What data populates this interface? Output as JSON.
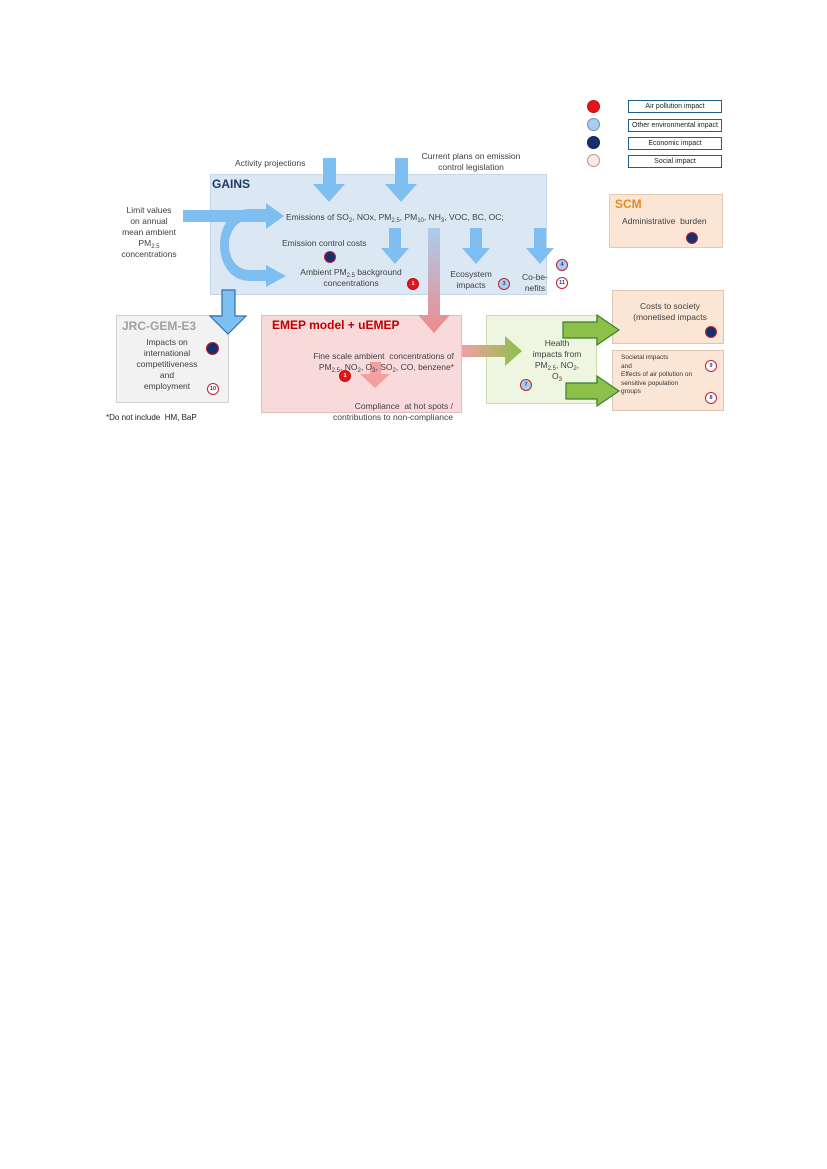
{
  "legend": [
    {
      "label": "Air pollution impact",
      "color": "#e0161b"
    },
    {
      "label": "Other environmental impact",
      "color": "#a9cdf0"
    },
    {
      "label": "Economic impact",
      "color": "#162f6e"
    },
    {
      "label": "Social impact",
      "color": "#fbe9e6"
    }
  ],
  "inputs": {
    "activity": "Activity projections",
    "plans_line1": "Current plans on emission",
    "plans_line2": "control legislation",
    "limit": [
      "Limit values",
      "on annual",
      "mean ambient"
    ],
    "limit_pm": "PM",
    "limit_pm_sub": "2.5",
    "limit_last": "concentrations"
  },
  "gains": {
    "title": "GAINS",
    "emissions": [
      "Emissions of SO",
      "2",
      ", NOx, PM",
      "2.5",
      ", PM",
      "10",
      ", NH",
      "3",
      ", VOC, BC, OC;"
    ],
    "control_costs": "Emission control costs",
    "ambient_a": "Ambient PM",
    "ambient_sub": "2.5",
    "ambient_b": " background",
    "ambient_line2": "concentrations",
    "ecosystem_line1": "Ecosystem",
    "ecosystem_line2": "impacts",
    "cobenefits_line1": "Co-be-",
    "cobenefits_line2": "nefits"
  },
  "scm": {
    "title": "SCM",
    "text": "Administrative  burden"
  },
  "jrc": {
    "title": "JRC-GEM-E3",
    "lines": [
      "Impacts on",
      "international",
      "competitiveness",
      "and",
      "employment"
    ]
  },
  "emep": {
    "title": "EMEP model + uEMEP",
    "line1": "Fine scale ambient  concentrations of",
    "line2": [
      "PM",
      "2.5",
      ", NO",
      "2",
      ", O",
      "3",
      ", SO",
      "2",
      ", CO, benzene*"
    ],
    "compliance1": "Compliance  at hot spots /",
    "compliance2": "contributions to non-compliance"
  },
  "health": {
    "line1": "Health",
    "line2": "impacts from",
    "line3": [
      "PM",
      "2.5",
      ", NO",
      "2",
      ","
    ],
    "line4": [
      "O",
      "3"
    ]
  },
  "costs": {
    "line1": "Costs to society",
    "line2": "(monetised impacts"
  },
  "societal": {
    "line1": "Societal impacts",
    "line2": "and",
    "line3": "Effects of air pollution on",
    "line4": "sensitive population",
    "line5": "groups"
  },
  "footnote": "*Do not include  HM, BaP",
  "badges": {
    "ambient": "1",
    "emep": "1",
    "ecosystem": "3",
    "cobenefits_top": "4",
    "cobenefits_bottom": "11",
    "jrc": "10",
    "health": "7",
    "societal_top": "9",
    "societal_bottom": "8"
  }
}
